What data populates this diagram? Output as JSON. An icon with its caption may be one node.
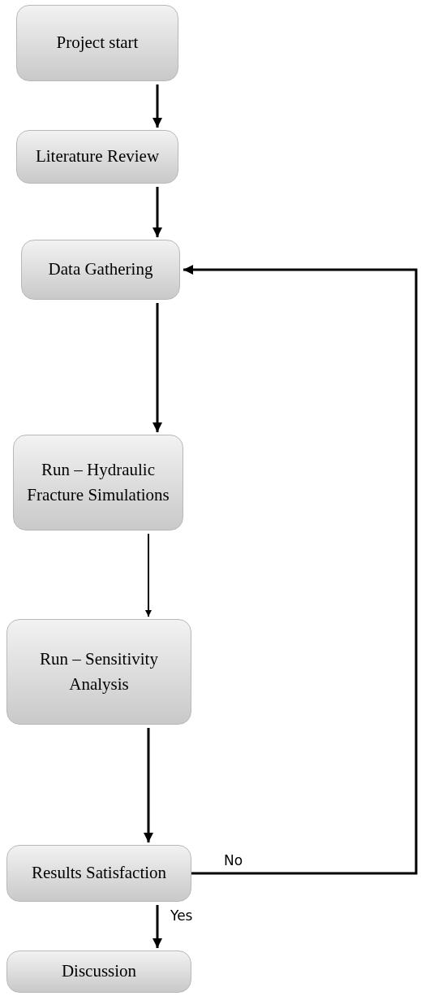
{
  "diagram": {
    "nodes": [
      {
        "text": [
          "Project start"
        ]
      },
      {
        "text": [
          "Literature Review"
        ]
      },
      {
        "text": [
          "Data Gathering"
        ]
      },
      {
        "text": [
          "Run – Hydraulic Fracture Simulations"
        ]
      },
      {
        "text": [
          "Run – Sensitivity Analysis"
        ]
      },
      {
        "text": [
          "Results Satisfaction"
        ]
      },
      {
        "text": [
          "Discussion"
        ]
      }
    ],
    "edges": [
      {
        "from": 0,
        "to": 1,
        "arrow": "to"
      },
      {
        "from": 1,
        "to": 2,
        "arrow": "to"
      },
      {
        "from": 2,
        "to": 3,
        "arrow": "to"
      },
      {
        "from": 3,
        "to": 4,
        "arrow": "to"
      },
      {
        "from": 4,
        "to": 5,
        "arrow": "to"
      },
      {
        "from": 5,
        "to": 6,
        "label": "Yes",
        "arrow": "to"
      },
      {
        "from": 5,
        "to": 2,
        "label": "No",
        "arrow": "to"
      }
    ]
  }
}
